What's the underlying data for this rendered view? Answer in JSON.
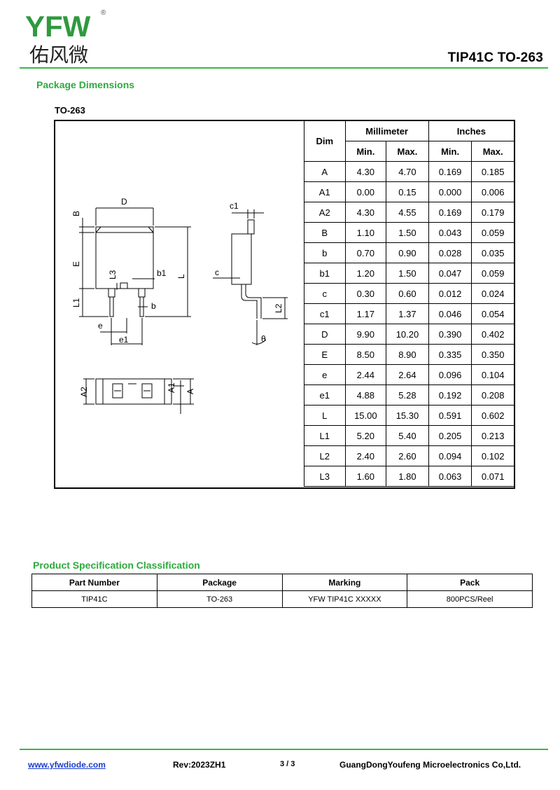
{
  "header": {
    "logo_letters": "YFW",
    "logo_chinese": "佑风微",
    "logo_registered": "®",
    "title": "TIP41C TO-263"
  },
  "package_section": {
    "title": "Package Dimensions",
    "package_label": "TO-263"
  },
  "drawing_labels": {
    "D": "D",
    "B": "B",
    "E": "E",
    "L3": "L3",
    "b1": "b1",
    "L": "L",
    "L1": "L1",
    "b": "b",
    "e": "e",
    "e1": "e1",
    "c1": "c1",
    "c": "c",
    "L2": "L2",
    "theta": "θ",
    "A2": "A2",
    "A1": "A1",
    "A": "A"
  },
  "dim_table": {
    "headers": {
      "dim": "Dim",
      "millimeter": "Millimeter",
      "inches": "Inches",
      "min": "Min.",
      "max": "Max."
    },
    "rows": [
      [
        "A",
        "4.30",
        "4.70",
        "0.169",
        "0.185"
      ],
      [
        "A1",
        "0.00",
        "0.15",
        "0.000",
        "0.006"
      ],
      [
        "A2",
        "4.30",
        "4.55",
        "0.169",
        "0.179"
      ],
      [
        "B",
        "1.10",
        "1.50",
        "0.043",
        "0.059"
      ],
      [
        "b",
        "0.70",
        "0.90",
        "0.028",
        "0.035"
      ],
      [
        "b1",
        "1.20",
        "1.50",
        "0.047",
        "0.059"
      ],
      [
        "c",
        "0.30",
        "0.60",
        "0.012",
        "0.024"
      ],
      [
        "c1",
        "1.17",
        "1.37",
        "0.046",
        "0.054"
      ],
      [
        "D",
        "9.90",
        "10.20",
        "0.390",
        "0.402"
      ],
      [
        "E",
        "8.50",
        "8.90",
        "0.335",
        "0.350"
      ],
      [
        "e",
        "2.44",
        "2.64",
        "0.096",
        "0.104"
      ],
      [
        "e1",
        "4.88",
        "5.28",
        "0.192",
        "0.208"
      ],
      [
        "L",
        "15.00",
        "15.30",
        "0.591",
        "0.602"
      ],
      [
        "L1",
        "5.20",
        "5.40",
        "0.205",
        "0.213"
      ],
      [
        "L2",
        "2.40",
        "2.60",
        "0.094",
        "0.102"
      ],
      [
        "L3",
        "1.60",
        "1.80",
        "0.063",
        "0.071"
      ]
    ]
  },
  "spec_section": {
    "title": "Product Specification Classification",
    "headers": [
      "Part Number",
      "Package",
      "Marking",
      "Pack"
    ],
    "rows": [
      [
        "TIP41C",
        "TO-263",
        "YFW TIP41C XXXXX",
        "800PCS/Reel"
      ]
    ]
  },
  "footer": {
    "url": "www.yfwdiode.com",
    "rev": "Rev:2023ZH1",
    "page": "3 / 3",
    "company": "GuangDongYoufeng Microelectronics Co,Ltd."
  },
  "colors": {
    "accent_green": "#3cb44b",
    "logo_green": "#2e9a3e",
    "logo_orange": "#f39c12",
    "link_blue": "#1a3ccf"
  }
}
